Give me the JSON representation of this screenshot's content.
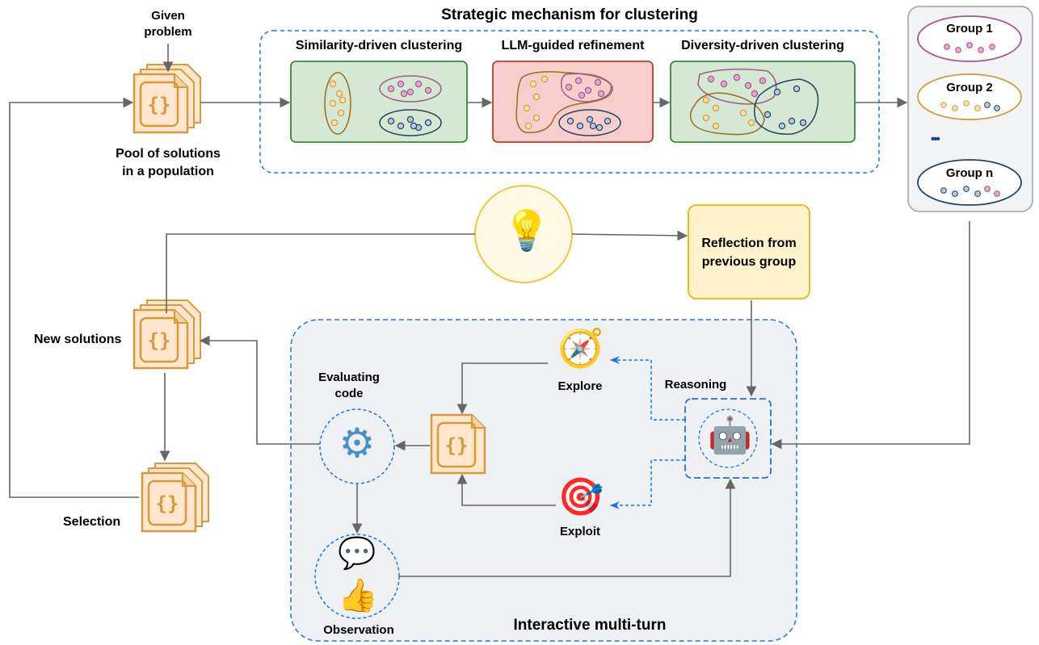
{
  "colors": {
    "arrow": "#666666",
    "dashed_blue": "#1a73e8",
    "green_fill": "#d5e8d4",
    "green_stroke": "#3a8a3a",
    "red_fill": "#f8cecc",
    "red_stroke": "#b85450",
    "orange": "#d69a3c",
    "orange_fill": "#ffe6cc",
    "pink": "#d48fb8",
    "blue_dot": "#9db4d6",
    "navy": "#23445d",
    "purple": "#9e5a8e",
    "yellow_fill": "#fff2cc",
    "yellow_stroke": "#e6b800"
  },
  "input": {
    "line1": "Given",
    "line2": "problem"
  },
  "pool": {
    "line1": "Pool of solutions",
    "line2": "in a population"
  },
  "clustering": {
    "title": "Strategic mechanism for clustering",
    "panels": [
      {
        "label": "Similarity-driven clustering"
      },
      {
        "label": "LLM-guided refinement"
      },
      {
        "label": "Diversity-driven clustering"
      }
    ]
  },
  "groups": {
    "items": [
      "Group 1",
      "Group 2",
      "Group n"
    ],
    "ellipsis": "•••"
  },
  "reflection": {
    "line1": "Reflection from",
    "line2": "previous group",
    "icon": "lightbulb-icon"
  },
  "new_solutions": "New solutions",
  "selection": "Selection",
  "interactive": {
    "title": "Interactive multi-turn",
    "evaluating": {
      "line1": "Evaluating",
      "line2": "code",
      "icon": "gear-icon"
    },
    "explore": {
      "label": "Explore",
      "icon": "compass-icon"
    },
    "exploit": {
      "label": "Exploit",
      "icon": "target-icon"
    },
    "reasoning": {
      "label": "Reasoning",
      "icon": "robot-icon"
    },
    "observation": {
      "label": "Observation",
      "icon": "speech-bubble-icon"
    }
  }
}
